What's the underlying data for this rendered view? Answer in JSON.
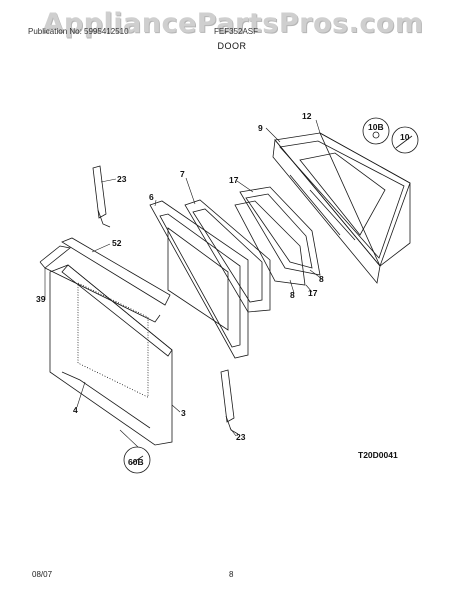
{
  "watermark": "AppliancePartsPros.com",
  "header": {
    "left": "Publication No: 5995412510",
    "right": "FEF352ASF",
    "section": "DOOR"
  },
  "callouts": [
    "12",
    "9",
    "10B",
    "10",
    "23",
    "7",
    "17",
    "6",
    "52",
    "8",
    "8",
    "17",
    "39",
    "4",
    "3",
    "60B",
    "23"
  ],
  "diagram_code": "T20D0041",
  "footer": {
    "date": "08/07",
    "page": "8"
  },
  "colors": {
    "line": "#1a1a1a",
    "watermark": "#cfcfcf"
  }
}
